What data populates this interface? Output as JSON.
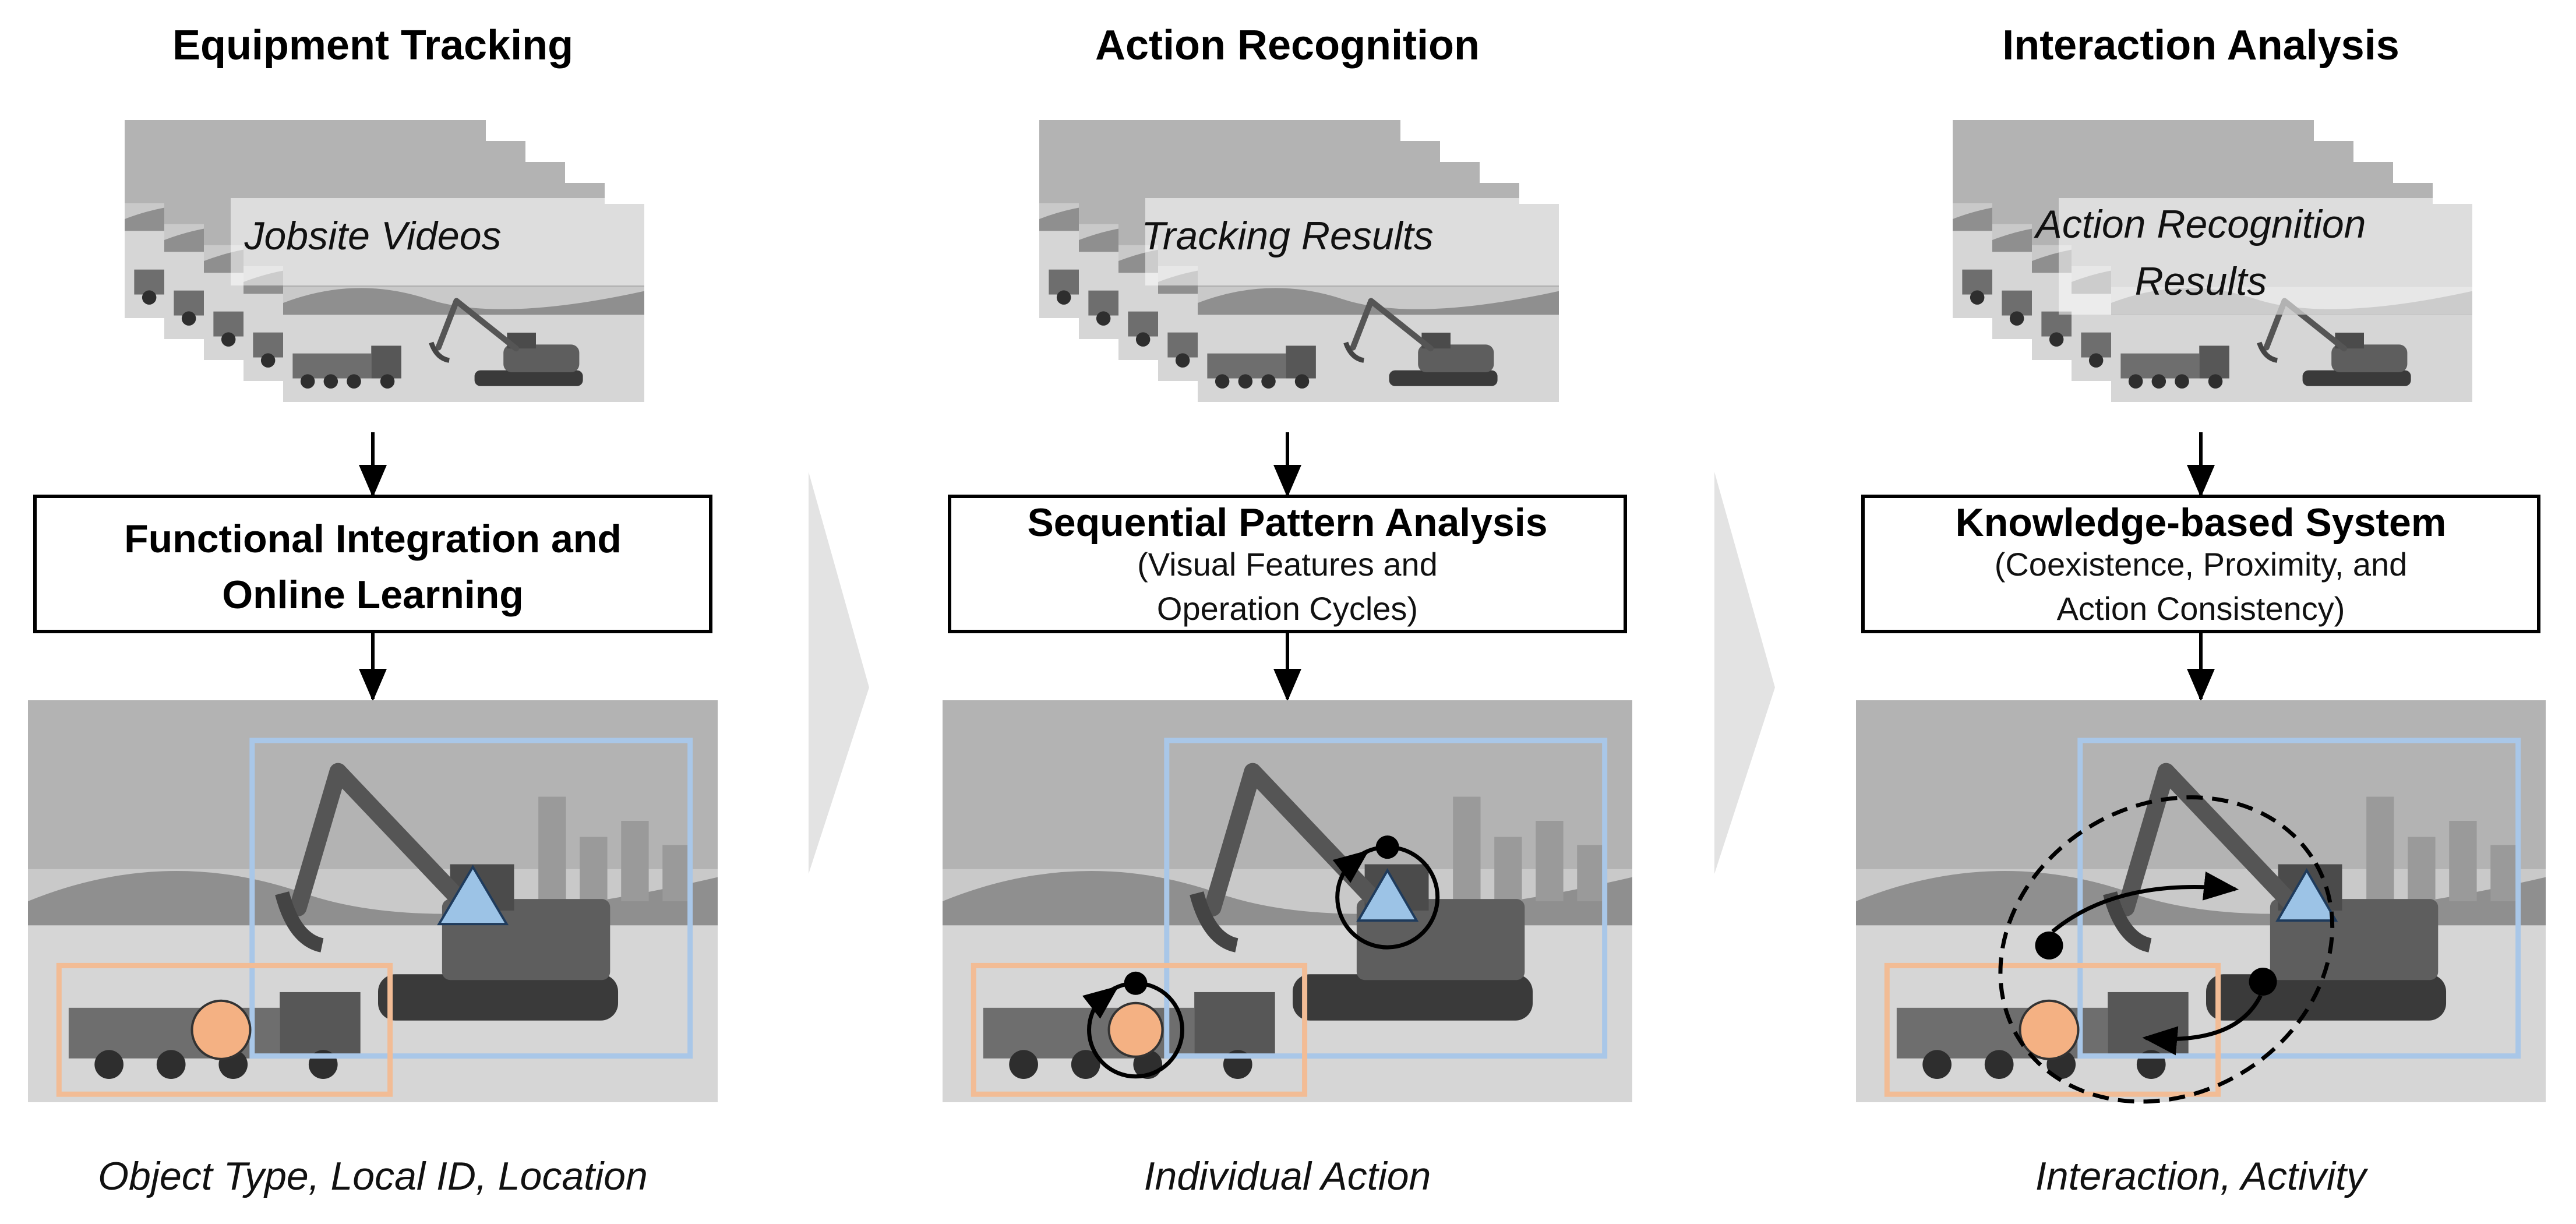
{
  "colors": {
    "excavator_box": "#a9c7e8",
    "truck_box": "#f2bc95",
    "excavator_marker": "#9cc3e6",
    "truck_marker": "#f4b183",
    "chevron": "#e3e3e3",
    "frame_base": "#bcbcbc"
  },
  "stages": [
    {
      "title": "Equipment Tracking",
      "input_label": [
        "Jobsite Videos"
      ],
      "process_title": [
        "Functional Integration and",
        "Online Learning"
      ],
      "process_detail": [],
      "output": "Object Type, Local ID, Location"
    },
    {
      "title": "Action Recognition",
      "input_label": [
        "Tracking Results"
      ],
      "process_title": [
        "Sequential Pattern Analysis"
      ],
      "process_detail": [
        "(Visual Features and",
        "Operation Cycles)"
      ],
      "output": "Individual Action"
    },
    {
      "title": "Interaction Analysis",
      "input_label": [
        "Action Recognition",
        "Results"
      ],
      "process_title": [
        "Knowledge-based System"
      ],
      "process_detail": [
        "(Coexistence, Proximity, and",
        "Action Consistency)"
      ],
      "output": "Interaction, Activity"
    }
  ],
  "scene_icons": {
    "excavator_marker": "triangle",
    "truck_marker": "circle",
    "action_cycle": "circular-arrow-icon",
    "interaction": "dashed-ellipse-with-arrows"
  }
}
